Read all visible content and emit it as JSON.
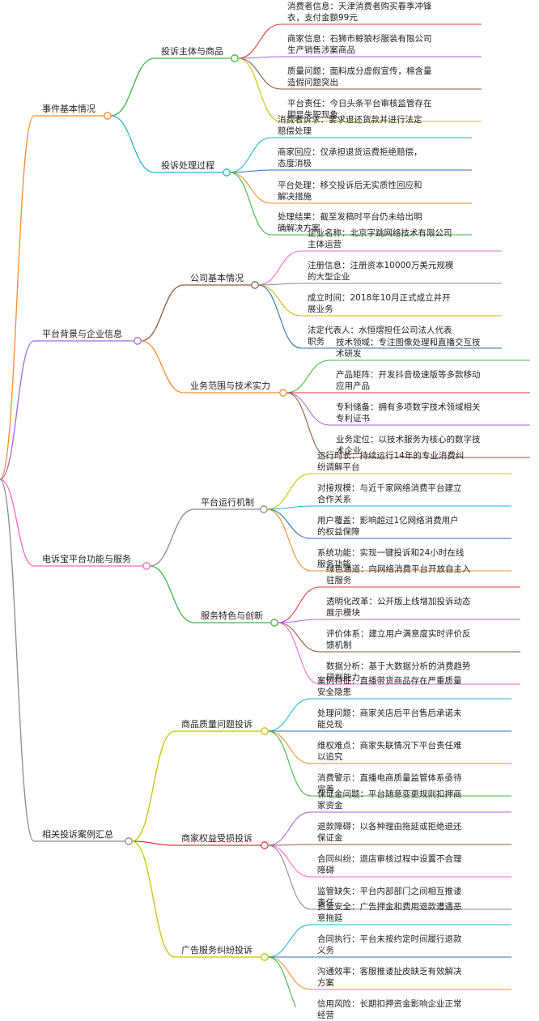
{
  "root": {
    "color": "#ff66cc",
    "sections": [
      {
        "label": "事件基本情况",
        "color": "#f28c28",
        "subs": [
          {
            "label": "投诉主体与商品",
            "color": "#3fb63f",
            "leaves": [
              {
                "text": "消费者信息：天津消费者购买春季冲锋\n衣，支付金额99元",
                "color": "#e53935"
              },
              {
                "text": "商家信息：石狮市鲸狼杉服装有限公司\n生产销售涉案商品",
                "color": "#9c6ade"
              },
              {
                "text": "质量问题：面料成分虚假宣传，棉含量\n造假问题突出",
                "color": "#8d5a3c"
              },
              {
                "text": "平台责任：今日头条平台审核监管存在\n明显失职现象",
                "color": "#c8c200"
              }
            ]
          },
          {
            "label": "投诉处理过程",
            "color": "#1fb5c9",
            "leaves": [
              {
                "text": "消费者诉求：要求退还货款并进行法定\n赔偿处理",
                "color": "#1fb5c9"
              },
              {
                "text": "商家回应：仅承担退货运费拒绝赔偿，\n态度消极",
                "color": "#2e6fb3"
              },
              {
                "text": "平台处理：移交投诉后无实质性回应和\n解决措施",
                "color": "#f28c28"
              },
              {
                "text": "处理结果：截至发稿时平台仍未给出明\n确解决方案",
                "color": "#3fb63f"
              }
            ]
          }
        ]
      },
      {
        "label": "平台背景与企业信息",
        "color": "#9c6ade",
        "subs": [
          {
            "label": "公司基本情况",
            "color": "#8d5a3c",
            "leaves": [
              {
                "text": "企业名称：北京字跳网络技术有限公司\n主体运营",
                "color": "#ff66cc"
              },
              {
                "text": "注册信息：注册资本10000万美元规模\n的大型企业",
                "color": "#8a8a8a"
              },
              {
                "text": "成立时间：2018年10月正式成立并开\n展业务",
                "color": "#c8c200"
              },
              {
                "text": "法定代表人：水恒熠担任公司法人代表\n职务",
                "color": "#2e6fb3"
              }
            ]
          },
          {
            "label": "业务范围与技术实力",
            "color": "#f28c28",
            "leaves": [
              {
                "text": "技术领域：专注图像处理和直播交互技\n术研发",
                "color": "#3fb63f"
              },
              {
                "text": "产品矩阵：开发抖音极速版等多款移动\n应用产品",
                "color": "#e53935"
              },
              {
                "text": "专利储备：拥有多项数字技术领域相关\n专利证书",
                "color": "#9c6ade"
              },
              {
                "text": "业务定位：以技术服务为核心的数字技\n术企业",
                "color": "#8d5a3c"
              }
            ]
          }
        ]
      },
      {
        "label": "电诉宝平台功能与服务",
        "color": "#ff66cc",
        "subs": [
          {
            "label": "平台运行机制",
            "color": "#8a8a8a",
            "leaves": [
              {
                "text": "运行时长：持续运行14年的专业消费纠\n纷调解平台",
                "color": "#c8c200"
              },
              {
                "text": "对接规模：与近千家网络消费平台建立\n合作关系",
                "color": "#1fb5c9"
              },
              {
                "text": "用户覆盖：影响超过1亿网络消费用户\n的权益保障",
                "color": "#2e6fb3"
              },
              {
                "text": "系统功能：实现一键投诉和24小时在线\n服务功能",
                "color": "#f28c28"
              }
            ]
          },
          {
            "label": "服务特色与创新",
            "color": "#3fb63f",
            "leaves": [
              {
                "text": "绿色通道：向网络消费平台开放自主入\n驻服务",
                "color": "#e53935"
              },
              {
                "text": "透明化改革：公开版上线增加投诉动态\n展示模块",
                "color": "#9c6ade"
              },
              {
                "text": "评价体系：建立用户满意度实时评价反\n馈机制",
                "color": "#8d5a3c"
              },
              {
                "text": "数据分析：基于大数据分析的消费趋势\n研判能力",
                "color": "#ff66cc"
              }
            ]
          }
        ]
      },
      {
        "label": "相关投诉案例汇总",
        "color": "#8a8a8a",
        "subs": [
          {
            "label": "商品质量问题投诉",
            "color": "#c8c200",
            "leaves": [
              {
                "text": "案例特征：直播带货商品存在严重质量\n安全隐患",
                "color": "#1fb5c9"
              },
              {
                "text": "处理问题：商家关店后平台售后承诺未\n能兑现",
                "color": "#2e6fb3"
              },
              {
                "text": "维权难点：商家失联情况下平台责任难\n以追究",
                "color": "#f28c28"
              },
              {
                "text": "消费警示：直播电商质量监管体系亟待\n完善",
                "color": "#3fb63f"
              }
            ]
          },
          {
            "label": "商家权益受损投诉",
            "color": "#e53935",
            "leaves": [
              {
                "text": "保证金问题：平台随意变更规则扣押商\n家资金",
                "color": "#9c6ade"
              },
              {
                "text": "退款障碍：以各种理由拖延或拒绝退还\n保证金",
                "color": "#8d5a3c"
              },
              {
                "text": "合同纠纷：退店审核过程中设置不合理\n障碍",
                "color": "#ff66cc"
              },
              {
                "text": "监管缺失：平台内部部门之间相互推诿\n责任",
                "color": "#8a8a8a"
              }
            ]
          },
          {
            "label": "广告服务纠纷投诉",
            "color": "#c8c200",
            "leaves": [
              {
                "text": "资金安全：广告押金和费用退款遭遇恶\n意拖延",
                "color": "#1fb5c9"
              },
              {
                "text": "合同执行：平台未按约定时间履行退款\n义务",
                "color": "#2e6fb3"
              },
              {
                "text": "沟通效率：客服推诿扯皮缺乏有效解决\n方案",
                "color": "#f28c28"
              },
              {
                "text": "信用风险：长期扣押资金影响企业正常\n经营",
                "color": "#3fb63f"
              }
            ]
          }
        ]
      }
    ]
  }
}
